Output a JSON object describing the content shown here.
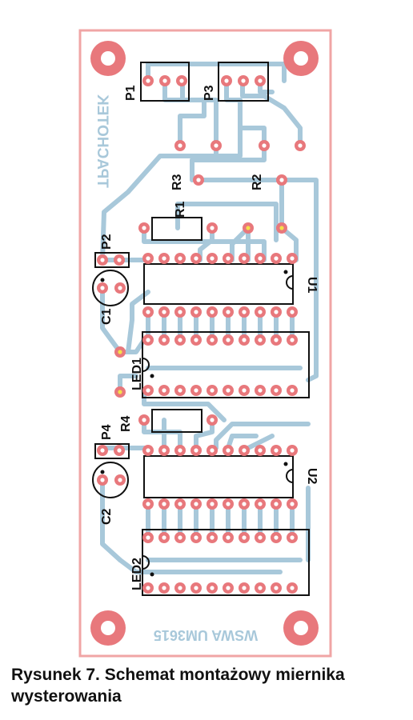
{
  "caption": {
    "line1": "Rysunek 7. Schemat montażowy miernika",
    "line2": "wysterowania"
  },
  "board_texts": {
    "top_mirrored": "TPACHOTEK",
    "bottom_mirrored": "WSWA UM3615"
  },
  "labels": {
    "p1": "P1",
    "p2": "P2",
    "p3": "P3",
    "p4": "P4",
    "r1": "R1",
    "r2": "R2",
    "r3": "R3",
    "r4": "R4",
    "c1": "C1",
    "c2": "C2",
    "u1": "U1",
    "u2": "U2",
    "led1": "LED1",
    "led2": "LED2"
  },
  "colors": {
    "board_outline": "#f0a5a5",
    "trace": "#a8c8da",
    "pad": "#e8787c",
    "pad_hole": "#ffffff",
    "via_center": "#f5e04a",
    "silkscreen": "#111111"
  }
}
